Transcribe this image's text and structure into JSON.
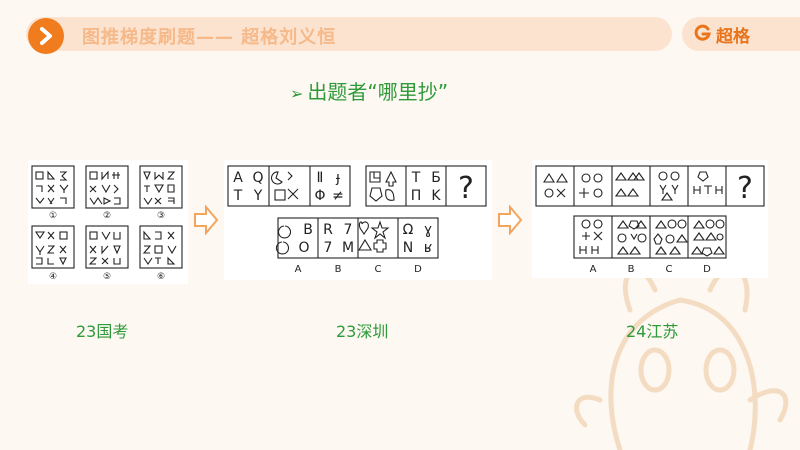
{
  "header": {
    "title": "图推梯度刷题—— 超格刘义恒",
    "brand": "超格"
  },
  "subtitle": "出题者“哪里抄”",
  "examples": [
    {
      "caption": "23国考",
      "labels": [
        "①",
        "②",
        "③",
        "④",
        "⑤",
        "⑥"
      ]
    },
    {
      "caption": "23深圳",
      "options": [
        "A",
        "B",
        "C",
        "D"
      ]
    },
    {
      "caption": "24江苏",
      "options": [
        "A",
        "B",
        "C",
        "D"
      ]
    }
  ],
  "colors": {
    "accent": "#f07c1e",
    "caption_green": "#2e9a3a",
    "arrow_orange": "#f3a560"
  }
}
